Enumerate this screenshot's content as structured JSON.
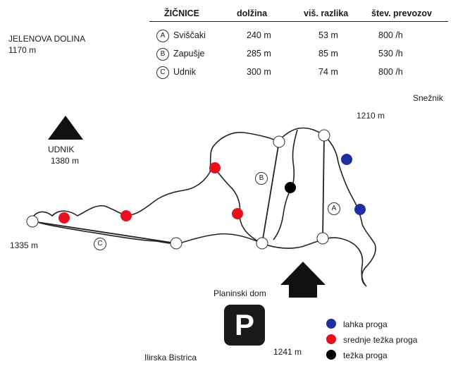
{
  "table": {
    "headers": [
      "ŽIČNICE",
      "dolžina",
      "viš. razlika",
      "štev. prevozov"
    ],
    "rows": [
      {
        "id": "A",
        "name": "Sviščaki",
        "length": "240 m",
        "height_diff": "53 m",
        "rides": "800 /h"
      },
      {
        "id": "B",
        "name": "Zapušje",
        "length": "285 m",
        "height_diff": "85 m",
        "rides": "530 /h"
      },
      {
        "id": "C",
        "name": "Udnik",
        "length": "300 m",
        "height_diff": "74 m",
        "rides": "800 /h"
      }
    ]
  },
  "places": {
    "jelenova_dolina": "JELENOVA DOLINA",
    "jelenova_dolina_alt": "1170 m",
    "sneznik": "Snežnik",
    "alt_1210": "1210 m",
    "udnik": "UDNIK",
    "udnik_alt": "1380 m",
    "alt_1335": "1335 m",
    "planinski_dom": "Planinski dom",
    "ilirska_bistrica": "Ilirska Bistrica",
    "alt_1241": "1241 m"
  },
  "lift_labels": {
    "a": "A",
    "b": "B",
    "c": "C"
  },
  "parking": {
    "letter": "P",
    "icon": "parking-icon"
  },
  "legend": [
    {
      "label": "lahka proga",
      "color": "#1f2f9e"
    },
    {
      "label": "srednje težka proga",
      "color": "#e8101e"
    },
    {
      "label": "težka proga",
      "color": "#000000"
    }
  ]
}
